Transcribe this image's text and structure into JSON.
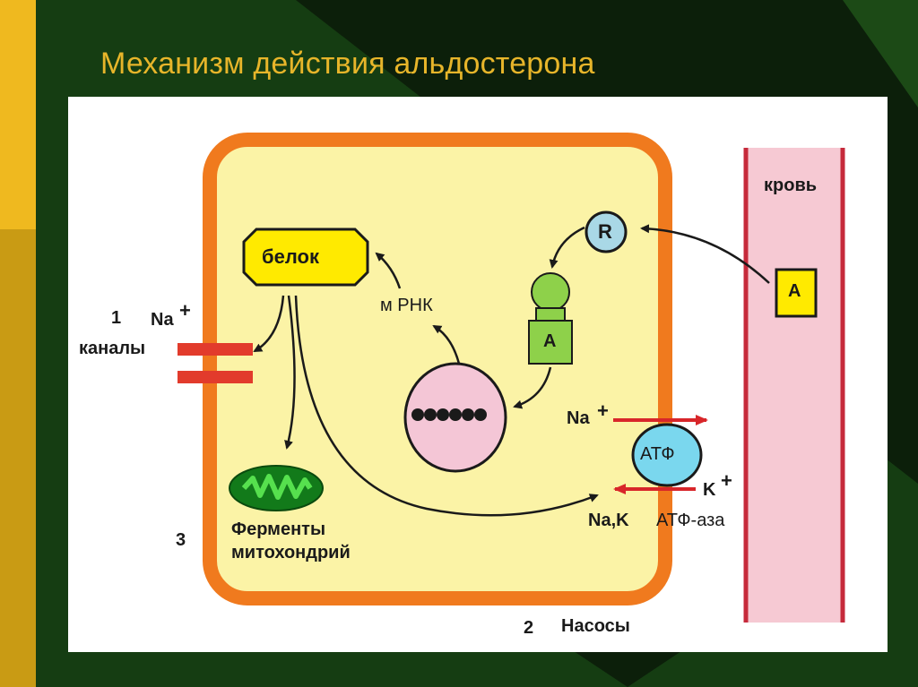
{
  "slide": {
    "title": "Механизм действия альдостерона"
  },
  "diagram": {
    "protein_label": "белок",
    "mrna_label": "м РНК",
    "receptor_label": "R",
    "aldosterone_cell_label": "А",
    "aldosterone_blood_label": "А",
    "blood_label": "кровь",
    "na_channel": {
      "number": "1",
      "ion": "Na",
      "charge": "+",
      "label": "каналы"
    },
    "pump": {
      "number": "2",
      "label": "Насосы",
      "atp_label": "АТФ",
      "na_label": "Na",
      "na_charge": "+",
      "k_label": "K",
      "k_charge": "+",
      "nak_label": "Na,K",
      "atpase_label": "АТФ-аза"
    },
    "mito": {
      "number": "3",
      "line1": "Ферменты",
      "line2": "митохондрий"
    }
  },
  "colors": {
    "background": "#153d12",
    "title": "#e7b52a",
    "cell_fill": "#fbf3a6",
    "cell_border": "#f07a1e",
    "blood_vessel": "#f6c9d3",
    "nucleus": "#f4c6d6",
    "protein_box": "#ffea00",
    "receptor": "#a9d8e6",
    "aldosterone_green": "#8ed14a",
    "mitochondrion": "#127a1a",
    "channel_red": "#e23b2c",
    "atp_circle": "#7ad7ee"
  }
}
